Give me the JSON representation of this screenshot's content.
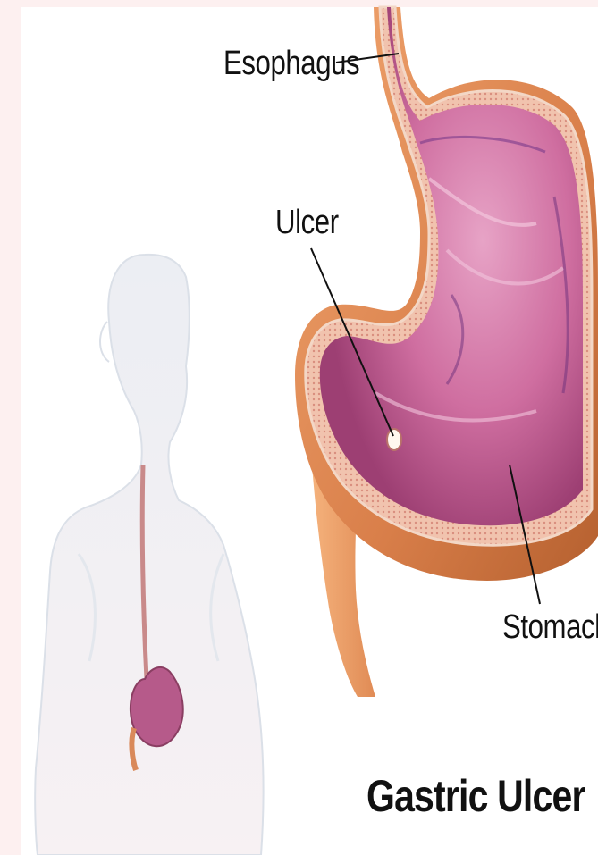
{
  "labels": {
    "esophagus": "Esophagus",
    "ulcer": "Ulcer",
    "stomach": "Stomach"
  },
  "title": "Gastric Ulcer",
  "colors": {
    "background": "#fdf0f0",
    "panel": "#ffffff",
    "stomach_inner": "#c75a8f",
    "stomach_wall": "#e9b09a",
    "stomach_outer": "#d9895a",
    "body_silhouette": "#e6e9ef",
    "leader_line": "#111111"
  }
}
